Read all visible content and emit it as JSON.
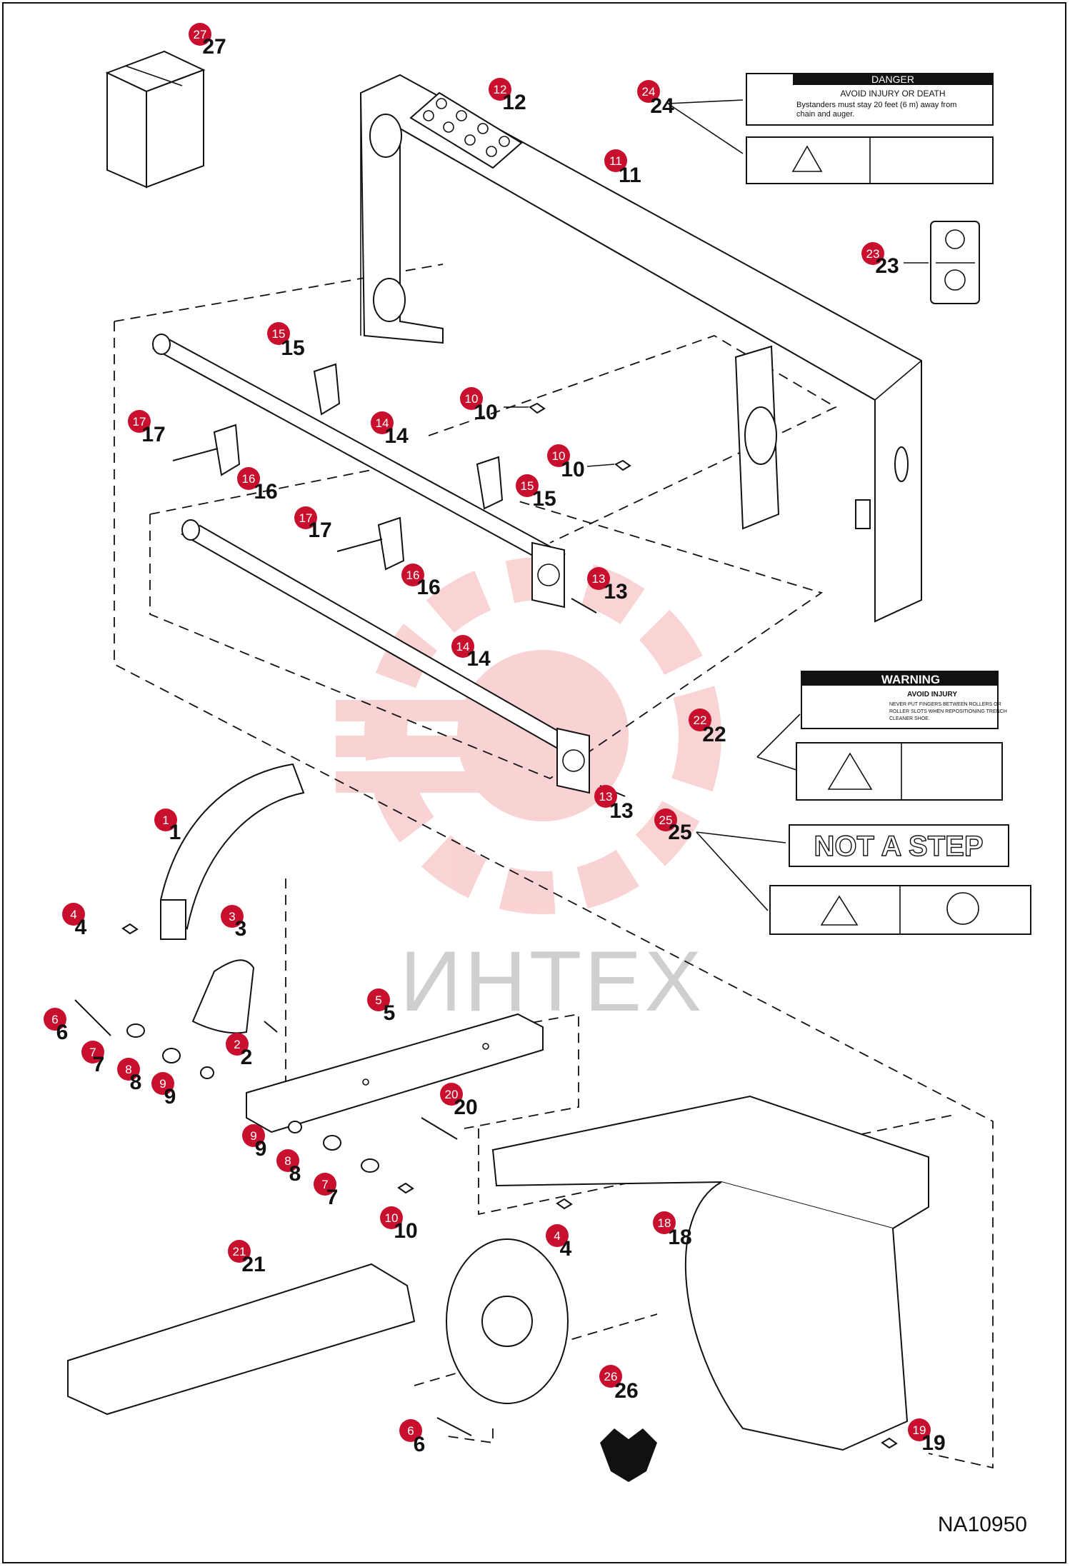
{
  "drawing_id": "NA10950",
  "watermark": "ИНТЕХ",
  "badge_color": "#c8102e",
  "callouts": [
    {
      "part": "27"
    },
    {
      "part": "12"
    },
    {
      "part": "24"
    },
    {
      "part": "11"
    },
    {
      "part": "23"
    },
    {
      "part": "15"
    },
    {
      "part": "17"
    },
    {
      "part": "14"
    },
    {
      "part": "10"
    },
    {
      "part": "10"
    },
    {
      "part": "16"
    },
    {
      "part": "15"
    },
    {
      "part": "17"
    },
    {
      "part": "16"
    },
    {
      "part": "13"
    },
    {
      "part": "14"
    },
    {
      "part": "22"
    },
    {
      "part": "13"
    },
    {
      "part": "25"
    },
    {
      "part": "1"
    },
    {
      "part": "4"
    },
    {
      "part": "3"
    },
    {
      "part": "6"
    },
    {
      "part": "2"
    },
    {
      "part": "5"
    },
    {
      "part": "7"
    },
    {
      "part": "8"
    },
    {
      "part": "9"
    },
    {
      "part": "20"
    },
    {
      "part": "9"
    },
    {
      "part": "8"
    },
    {
      "part": "7"
    },
    {
      "part": "10"
    },
    {
      "part": "4"
    },
    {
      "part": "18"
    },
    {
      "part": "21"
    },
    {
      "part": "26"
    },
    {
      "part": "6"
    },
    {
      "part": "19"
    }
  ],
  "decals": {
    "danger": {
      "header": "DANGER",
      "line1": "AVOID INJURY OR DEATH",
      "line2": "Bystanders must stay 20 feet (6 m) away from",
      "line3": "chain and auger."
    },
    "warning": {
      "header": "WARNING",
      "title": "AVOID INJURY",
      "line1": "NEVER PUT FINGERS BETWEEN ROLLERS OR",
      "line2": "ROLLER SLOTS WHEN REPOSITIONING TRENCH",
      "line3": "CLEANER SHOE."
    },
    "step": {
      "text": "NOT A STEP"
    }
  }
}
